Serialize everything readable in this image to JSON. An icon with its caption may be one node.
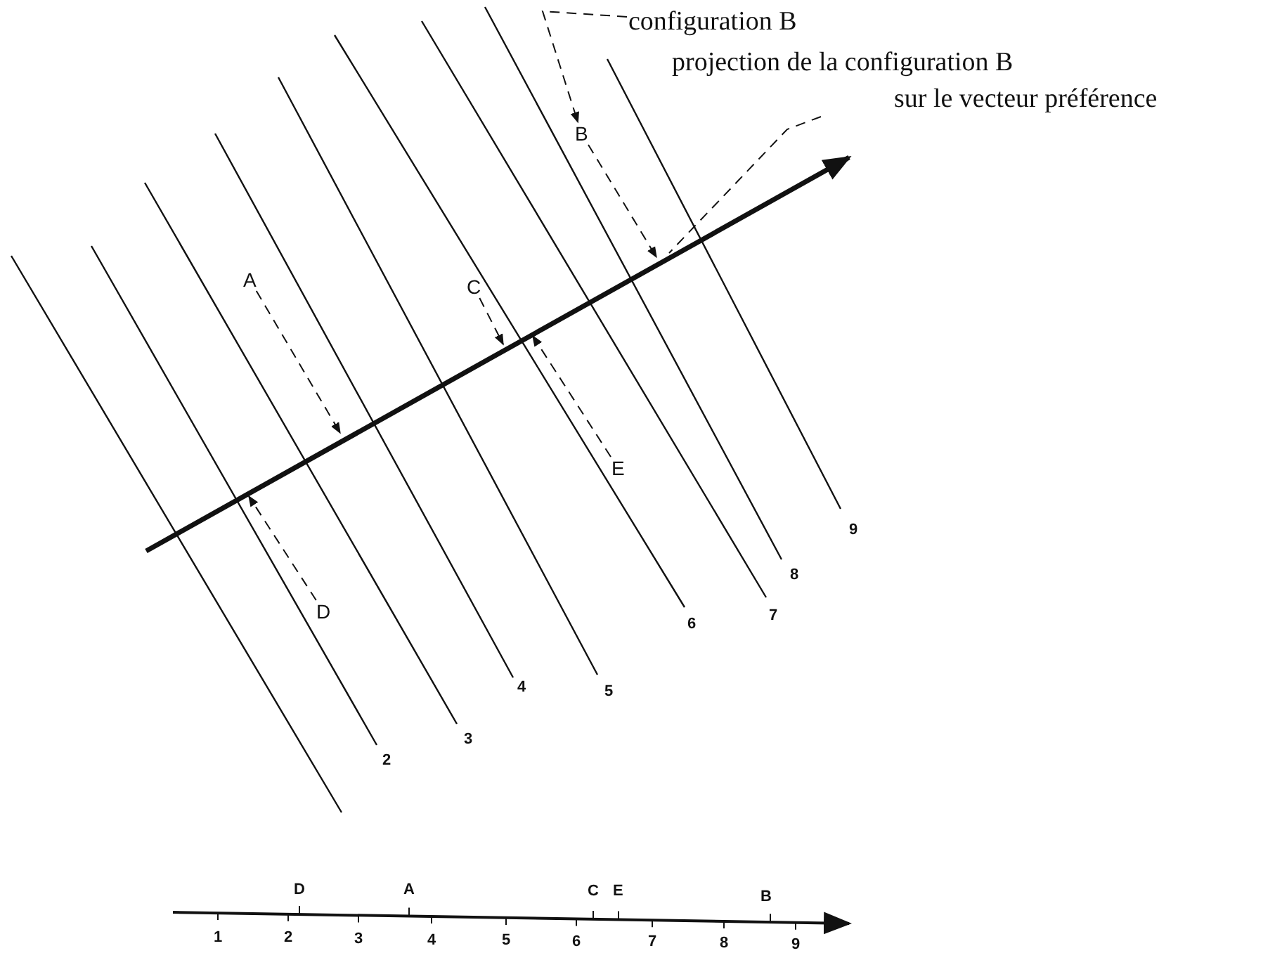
{
  "diagram": {
    "nodes": [
      {
        "text": [
          "configuration B"
        ]
      },
      {
        "text": [
          "projection de la configuration B",
          "sur le vecteur préférence"
        ]
      },
      {
        "text": [
          "A"
        ]
      },
      {
        "text": [
          "B"
        ]
      },
      {
        "text": [
          "C"
        ]
      },
      {
        "text": [
          "D"
        ]
      },
      {
        "text": [
          "E"
        ]
      }
    ],
    "edges": [
      {
        "from": 0,
        "to": 3,
        "arrow": "to",
        "style": "dashed"
      },
      {
        "from": 1,
        "to": null,
        "arrow": "none",
        "style": "dashed"
      },
      {
        "from": 2,
        "to": null,
        "arrow": "to",
        "style": "dashed"
      },
      {
        "from": 3,
        "to": null,
        "arrow": "to",
        "style": "dashed"
      },
      {
        "from": 4,
        "to": null,
        "arrow": "to",
        "style": "dashed"
      },
      {
        "from": 5,
        "to": null,
        "arrow": "to",
        "style": "dashed"
      },
      {
        "from": 6,
        "to": null,
        "arrow": "to",
        "style": "dashed"
      }
    ],
    "labels": [
      "2",
      "3",
      "4",
      "5",
      "6",
      "7",
      "8",
      "9",
      "D",
      "A",
      "C",
      "E",
      "B",
      "1",
      "2",
      "3",
      "4",
      "5",
      "6",
      "7",
      "8",
      "9"
    ]
  }
}
